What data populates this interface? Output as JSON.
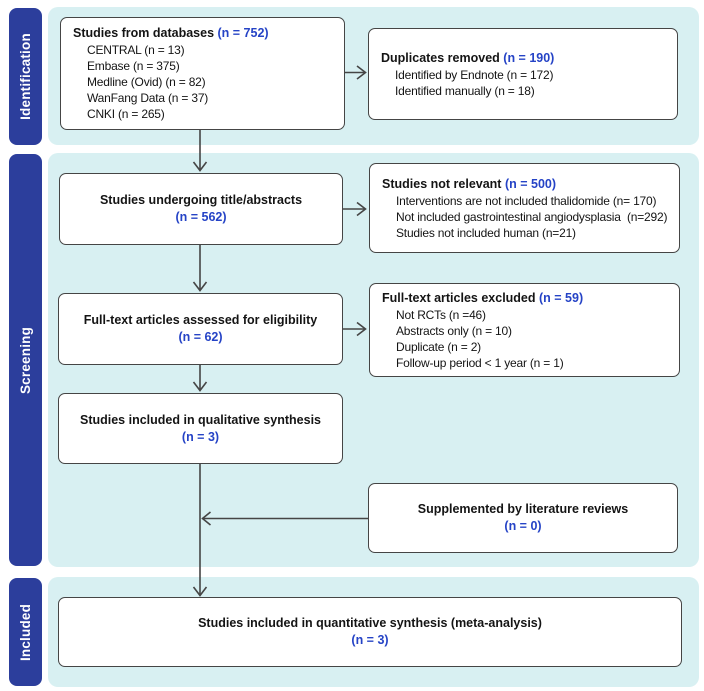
{
  "stages": {
    "identification": {
      "label": "Identification"
    },
    "screening": {
      "label": "Screening"
    },
    "included": {
      "label": "Included"
    }
  },
  "boxes": {
    "databases": {
      "title": "Studies from databases",
      "count": "(n = 752)",
      "items": [
        "CENTRAL (n = 13)",
        "Embase (n = 375)",
        "Medline (Ovid) (n = 82)",
        "WanFang Data (n = 37)",
        "CNKI (n = 265)"
      ]
    },
    "duplicates_removed": {
      "title": "Duplicates removed",
      "count": "(n = 190)",
      "items": [
        "Identified by Endnote (n = 172)",
        "Identified manually (n = 18)"
      ]
    },
    "title_abstracts": {
      "title": "Studies undergoing title/abstracts",
      "count": "(n = 562)"
    },
    "not_relevant": {
      "title": "Studies not relevant",
      "count": "(n = 500)",
      "items": [
        "Interventions are not included thalidomide (n= 170)",
        "Not included gastrointestinal angiodysplasia  (n=292)",
        "Studies not included human (n=21)"
      ]
    },
    "fulltext_assessed": {
      "title": "Full-text articles assessed for eligibility",
      "count": "(n = 62)"
    },
    "fulltext_excluded": {
      "title": "Full-text articles excluded",
      "count": "(n = 59)",
      "items": [
        "Not RCTs (n =46)",
        "Abstracts only (n = 10)",
        "Duplicate (n = 2)",
        "Follow-up period < 1 year (n = 1)"
      ]
    },
    "qualitative": {
      "title": "Studies included in qualitative synthesis",
      "count": "(n = 3)"
    },
    "literature_reviews": {
      "title": "Supplemented by literature reviews",
      "count": "(n = 0)"
    },
    "quantitative": {
      "title": "Studies included in quantitative synthesis (meta-analysis)",
      "count": "(n = 3)"
    }
  },
  "colors": {
    "stage_label_bg": "#2c3e9c",
    "band_bg": "#d8f0f2",
    "count_blue": "#2543c6",
    "box_border": "#454545",
    "arrow": "#454545"
  }
}
